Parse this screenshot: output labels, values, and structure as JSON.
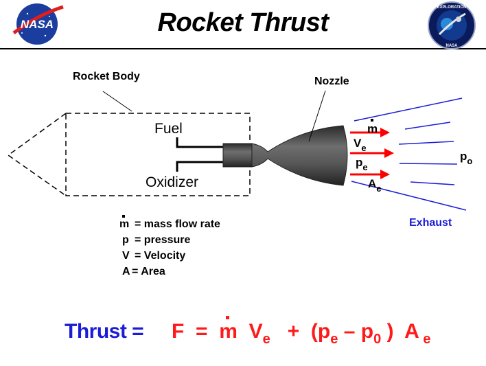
{
  "title": "Rocket  Thrust",
  "logos": {
    "left": "NASA",
    "right": "EXPLORATION NASA"
  },
  "labels": {
    "rocket_body": "Rocket  Body",
    "nozzle": "Nozzle",
    "fuel": "Fuel",
    "oxidizer": "Oxidizer",
    "exhaust": "Exhaust",
    "m": "m",
    "ve": "V",
    "ve_sub": "e",
    "pe": "p",
    "pe_sub": "e",
    "ae": "A",
    "ae_sub": "e",
    "po": "p",
    "po_sub": "o"
  },
  "legend": [
    {
      "sym": "m",
      "def": "=  mass  flow  rate"
    },
    {
      "sym": "p",
      "def": "=  pressure"
    },
    {
      "sym": "V",
      "def": "=  Velocity"
    },
    {
      "sym": "A",
      "def": "= Area"
    }
  ],
  "equation": {
    "label": "Thrust =",
    "parts": [
      "F",
      "=",
      "m",
      "V",
      "e",
      "+",
      "(p",
      "e",
      "–",
      "p",
      "0",
      ")",
      "A",
      "e"
    ]
  },
  "colors": {
    "title": "#000000",
    "equation_label": "#1c1cd8",
    "equation": "#ff1a1a",
    "arrows": "#ff0000",
    "exhaust": "#1c1cd8"
  }
}
